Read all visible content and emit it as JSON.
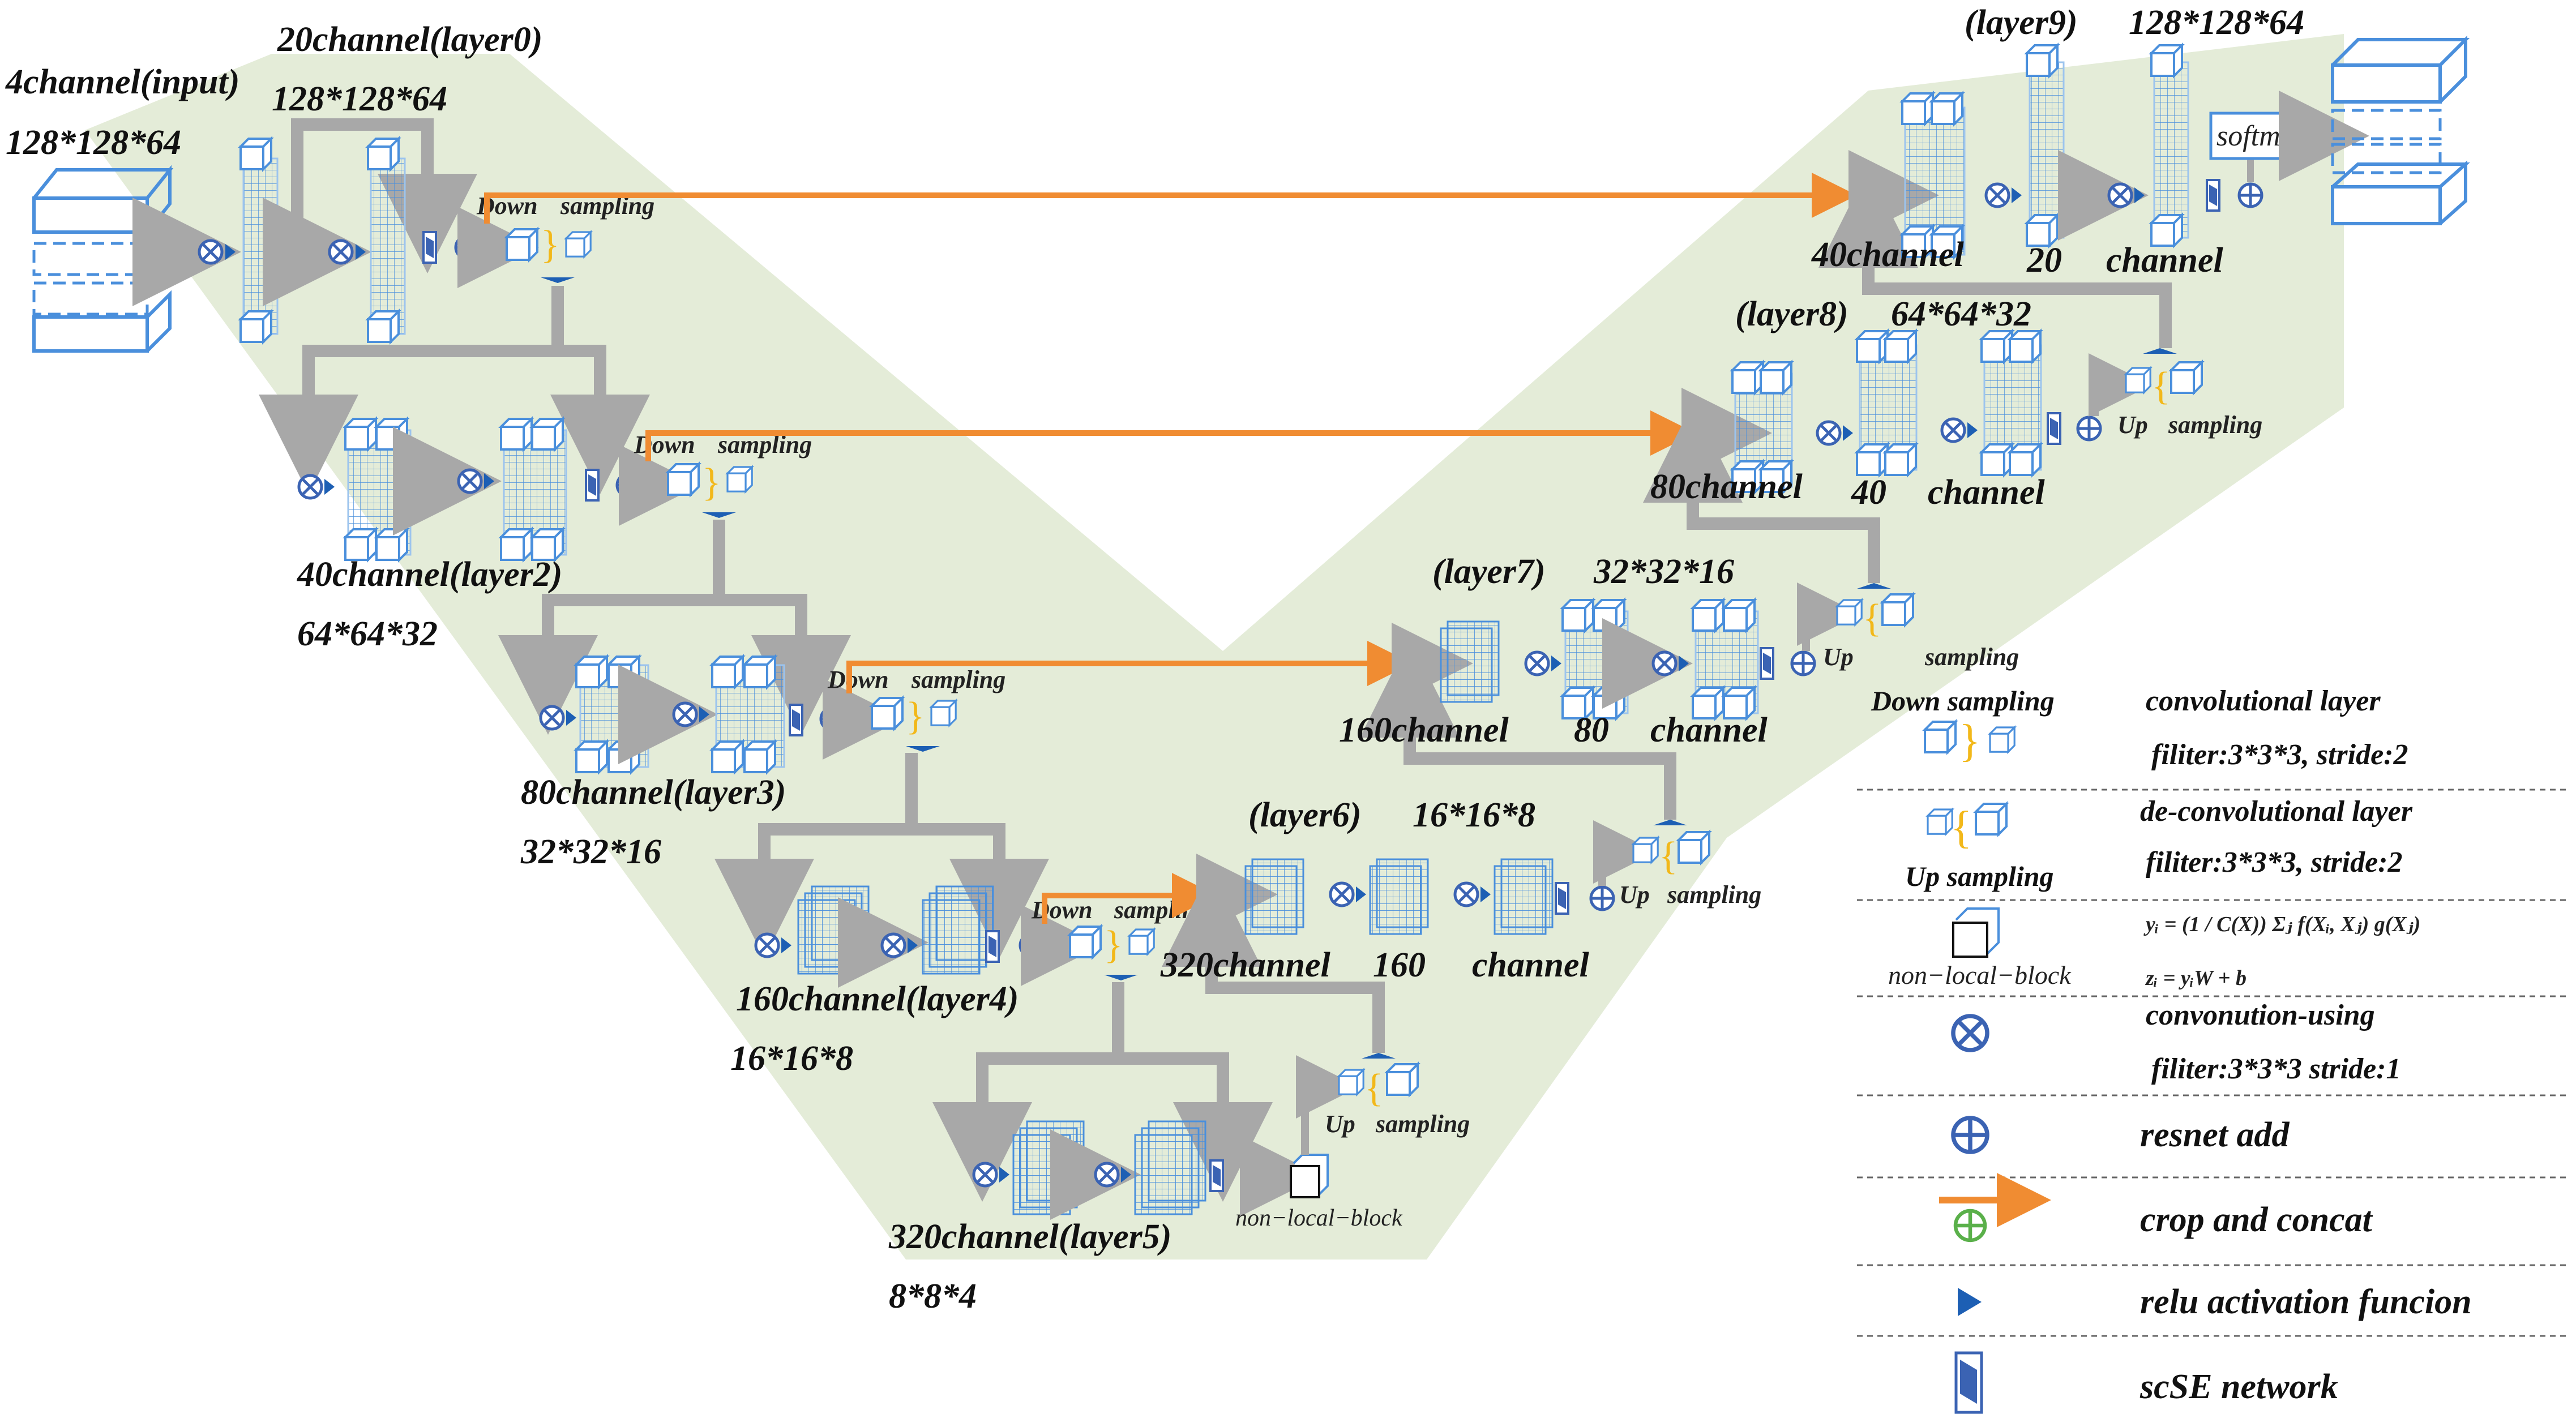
{
  "colors": {
    "background_region": "#e4ecd8",
    "block_blue": "#4a8fdc",
    "block_light": "#9cc4ee",
    "skip_orange": "#f08c32",
    "concat_green": "#5ab04a",
    "relu_blue": "#1d5fb4",
    "gray_flow": "#a8a8a8",
    "scse_fill": "#3b63b3",
    "bracket_yellow": "#f2b81a"
  },
  "icons": {
    "conv": "circled-times-icon",
    "add": "circled-plus-icon",
    "relu": "blue-triangle-icon",
    "scse": "scse-block-icon"
  },
  "labels": {
    "input_channel": "4channel(input)",
    "input_size": "128*128*64",
    "layer0_channel": "20channel(layer0)",
    "layer0_size": "128*128*64",
    "layer2_channel": "40channel(layer2)",
    "layer2_size": "64*64*32",
    "layer3_channel": "80channel(layer3)",
    "layer3_size": "32*32*16",
    "layer4_channel": "160channel(layer4)",
    "layer4_size": "16*16*8",
    "layer5_channel": "320channel(layer5)",
    "layer5_size": "8*8*4",
    "layer6_name": "(layer6)",
    "layer6_size": "16*16*8",
    "layer6_ch_a": "320channel",
    "layer6_ch_b": "160",
    "layer6_ch_c": "channel",
    "layer7_name": "(layer7)",
    "layer7_size": "32*32*16",
    "layer7_ch_a": "160channel",
    "layer7_ch_b": "80",
    "layer7_ch_c": "channel",
    "layer8_name": "(layer8)",
    "layer8_size": "64*64*32",
    "layer8_ch_a": "80channel",
    "layer8_ch_b": "40",
    "layer8_ch_c": "channel",
    "layer9_name": "(layer9)",
    "layer9_size": "128*128*64",
    "layer9_ch_a": "40channel",
    "layer9_ch_b": "20",
    "layer9_ch_c": "channel",
    "softmax": "softmax",
    "down": "Down",
    "sampling": "sampling",
    "up": "Up",
    "non_local_block": "non−local−block"
  },
  "legend": {
    "down_sampling": "Down    sampling",
    "conv_layer_title": "convolutional      layer",
    "conv_layer_params": "filiter:3*3*3,     stride:2",
    "deconv_title": "de-convolutional      layer",
    "deconv_params": "filiter:3*3*3,     stride:2",
    "up_sampling": "Up    sampling",
    "non_local_block": "non−local−block",
    "formula_y": "yᵢ = (1 / C(X)) Σⱼ f(Xᵢ, Xⱼ) g(Xⱼ)",
    "formula_z": "zᵢ = yᵢW + b",
    "conv_using_title": "convonution-using",
    "conv_using_params": "filiter:3*3*3     stride:1",
    "resnet_add": "resnet     add",
    "crop_concat": "crop     and     concat",
    "relu": "relu     activation     funcion",
    "scse": "scSE     network"
  }
}
